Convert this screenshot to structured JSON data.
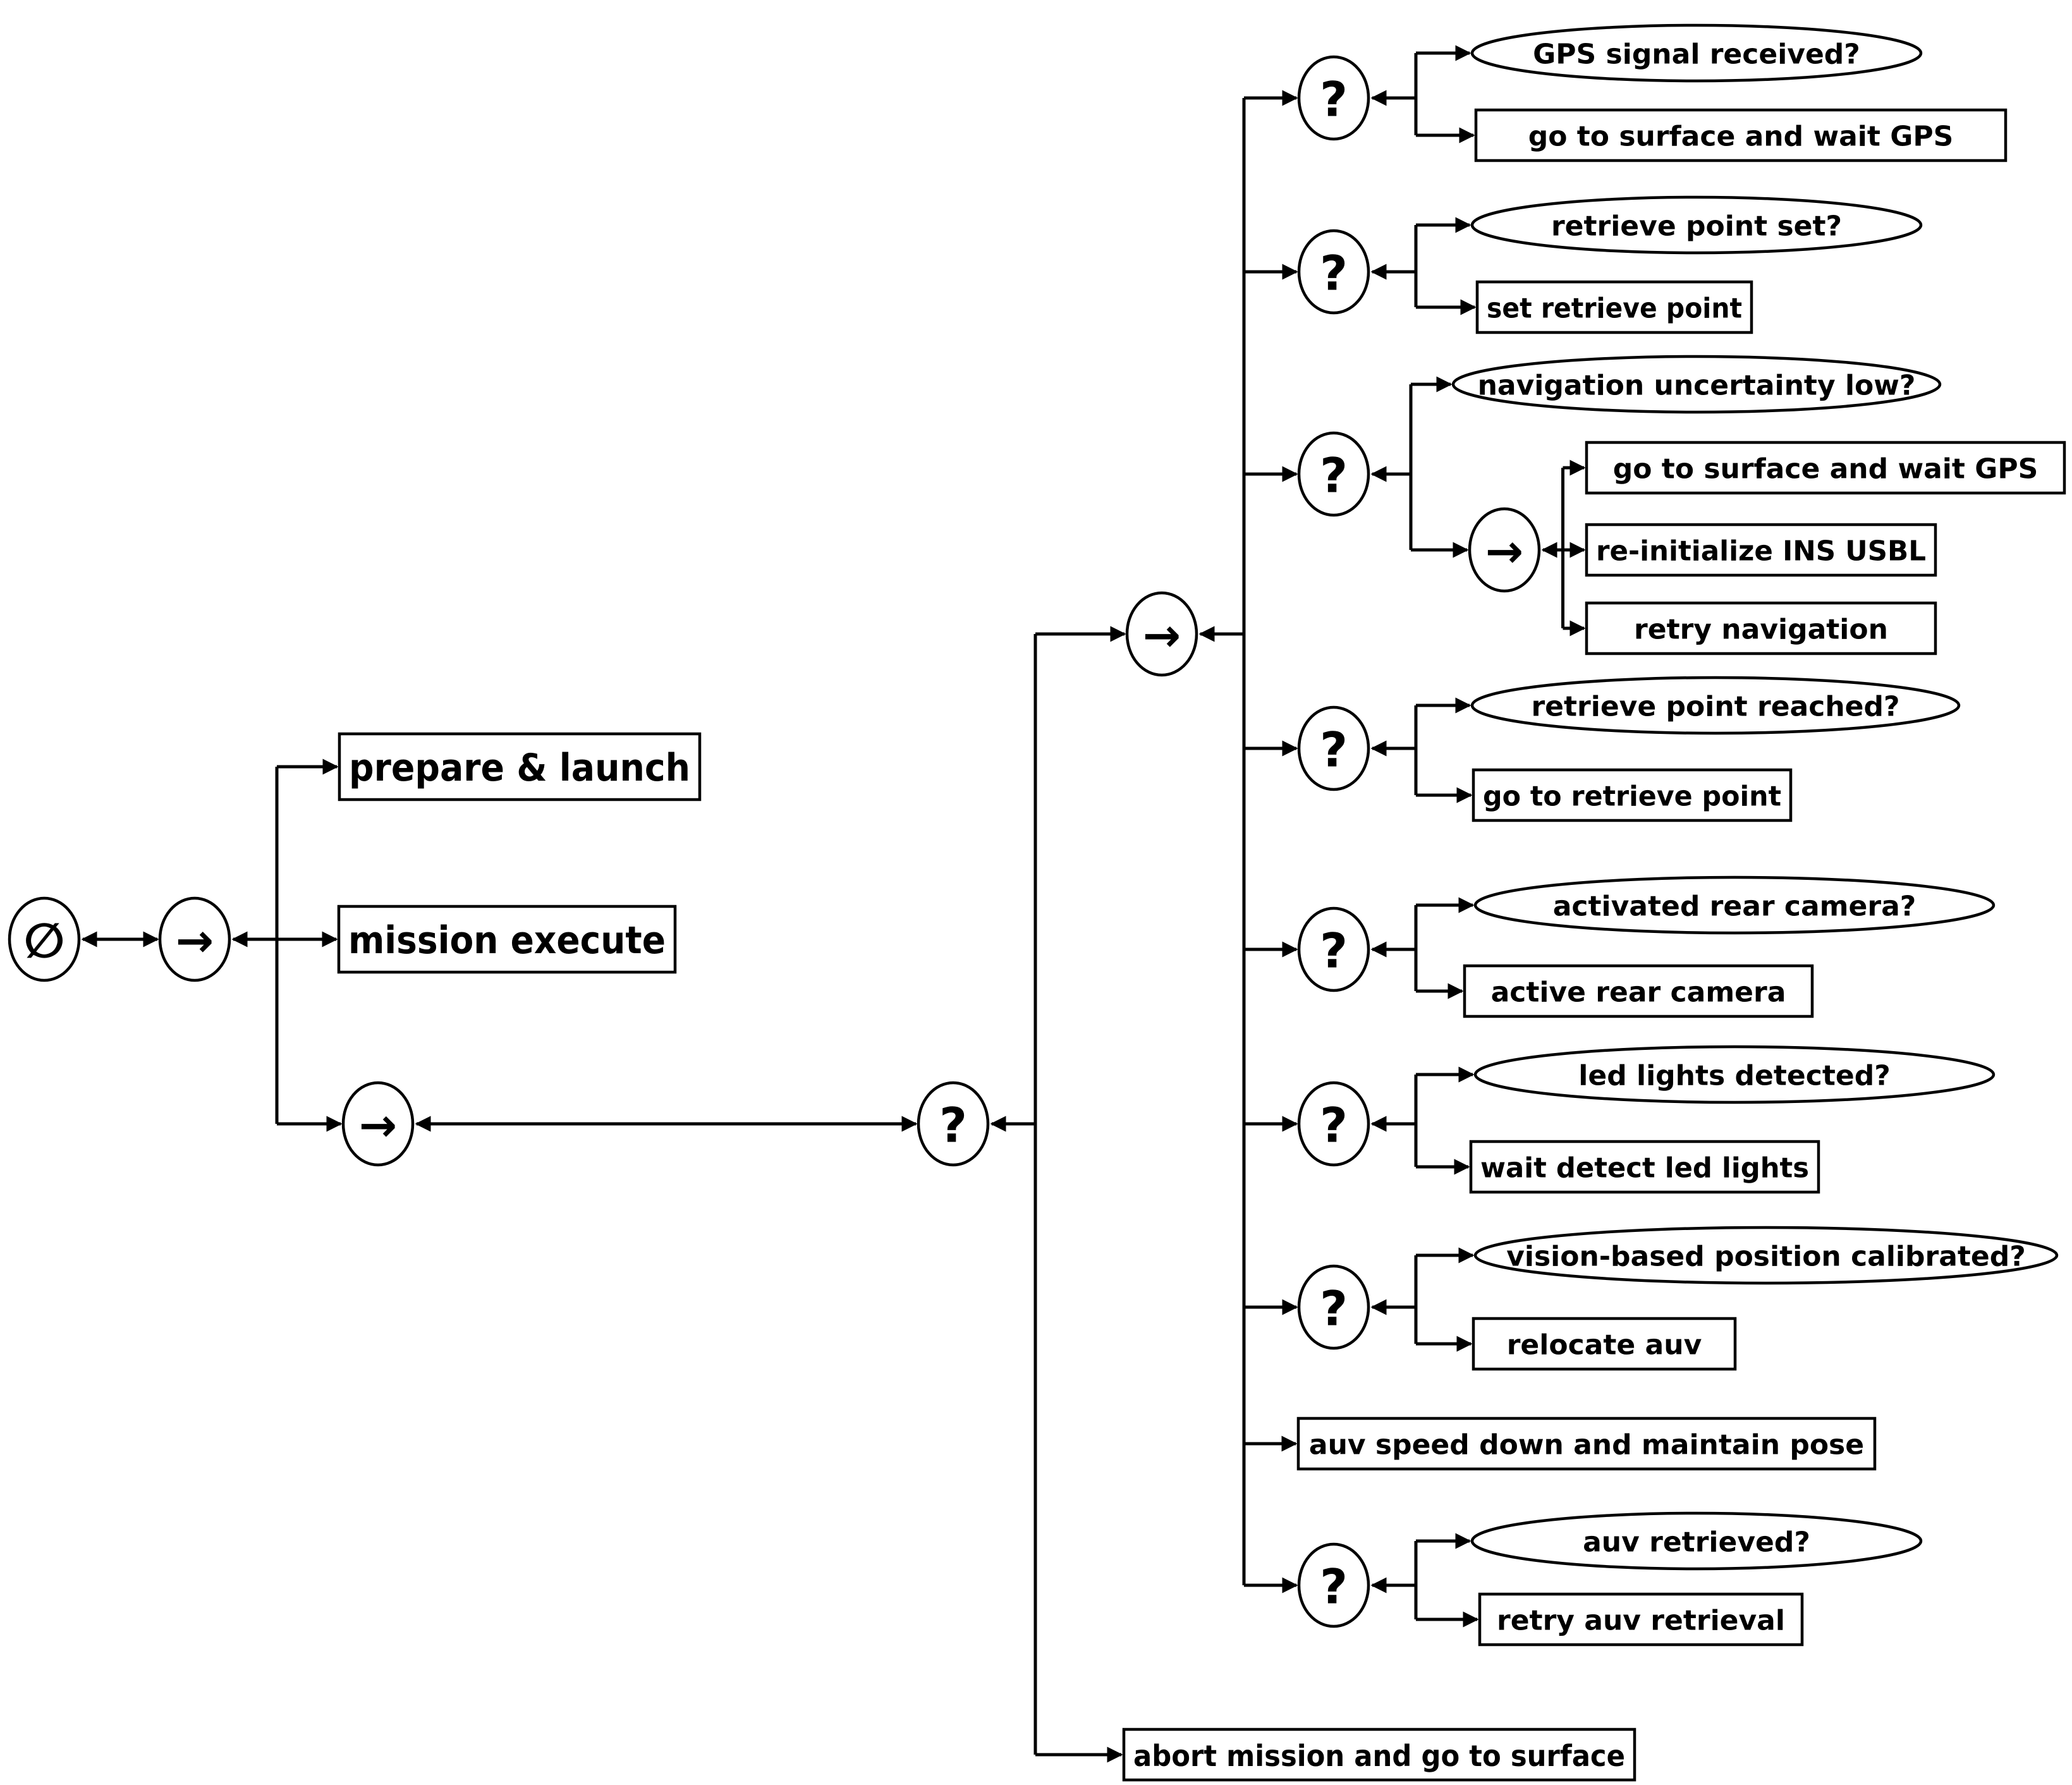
{
  "nodes": {
    "root": {
      "kind": "circle",
      "symbol": "∅"
    },
    "seq_main": {
      "kind": "circle",
      "symbol": "→"
    },
    "prepare_launch": {
      "kind": "rect",
      "label": "prepare & launch"
    },
    "mission_execute": {
      "kind": "rect",
      "label": "mission execute"
    },
    "seq_retrieve": {
      "kind": "circle",
      "symbol": "→"
    },
    "fb_retrieve": {
      "kind": "circle",
      "symbol": "?"
    },
    "seq_docking": {
      "kind": "circle",
      "symbol": "→"
    },
    "abort_mission": {
      "kind": "rect",
      "label": "abort mission and go to surface"
    },
    "fb_gps": {
      "kind": "circle",
      "symbol": "?"
    },
    "cond_gps": {
      "kind": "ellipse",
      "label": "GPS signal received?"
    },
    "act_surface_gps": {
      "kind": "rect",
      "label": "go to surface and wait GPS"
    },
    "fb_point_set": {
      "kind": "circle",
      "symbol": "?"
    },
    "cond_point_set": {
      "kind": "ellipse",
      "label": "retrieve point set?"
    },
    "act_set_point": {
      "kind": "rect",
      "label": "set retrieve point"
    },
    "fb_nav": {
      "kind": "circle",
      "symbol": "?"
    },
    "cond_nav": {
      "kind": "ellipse",
      "label": "navigation uncertainty low?"
    },
    "seq_nav": {
      "kind": "circle",
      "symbol": "→"
    },
    "act_surface_gps_2": {
      "kind": "rect",
      "label": "go to surface and wait GPS"
    },
    "act_reinit": {
      "kind": "rect",
      "label": "re-initialize INS USBL"
    },
    "act_retry_nav": {
      "kind": "rect",
      "label": "retry navigation"
    },
    "fb_point_reached": {
      "kind": "circle",
      "symbol": "?"
    },
    "cond_point_reached": {
      "kind": "ellipse",
      "label": "retrieve point reached?"
    },
    "act_goto_point": {
      "kind": "rect",
      "label": "go to retrieve point"
    },
    "fb_camera": {
      "kind": "circle",
      "symbol": "?"
    },
    "cond_camera": {
      "kind": "ellipse",
      "label": "activated rear camera?"
    },
    "act_camera": {
      "kind": "rect",
      "label": "active rear camera"
    },
    "fb_led": {
      "kind": "circle",
      "symbol": "?"
    },
    "cond_led": {
      "kind": "ellipse",
      "label": "led lights detected?"
    },
    "act_led": {
      "kind": "rect",
      "label": "wait detect led lights"
    },
    "fb_vision": {
      "kind": "circle",
      "symbol": "?"
    },
    "cond_vision": {
      "kind": "ellipse",
      "label": "vision-based position calibrated?"
    },
    "act_relocate": {
      "kind": "rect",
      "label": "relocate auv"
    },
    "act_speed_down": {
      "kind": "rect",
      "label": "auv speed down and maintain pose"
    },
    "fb_retrieved": {
      "kind": "circle",
      "symbol": "?"
    },
    "cond_retrieved": {
      "kind": "ellipse",
      "label": "auv retrieved?"
    },
    "act_retry_retrieval": {
      "kind": "rect",
      "label": "retry auv retrieval"
    }
  },
  "edges": [
    [
      "root",
      "seq_main"
    ],
    [
      "seq_main",
      "prepare_launch"
    ],
    [
      "seq_main",
      "mission_execute"
    ],
    [
      "seq_main",
      "seq_retrieve"
    ],
    [
      "seq_retrieve",
      "fb_retrieve"
    ],
    [
      "fb_retrieve",
      "seq_docking"
    ],
    [
      "fb_retrieve",
      "abort_mission"
    ],
    [
      "seq_docking",
      "fb_gps"
    ],
    [
      "seq_docking",
      "fb_point_set"
    ],
    [
      "seq_docking",
      "fb_nav"
    ],
    [
      "seq_docking",
      "fb_point_reached"
    ],
    [
      "seq_docking",
      "fb_camera"
    ],
    [
      "seq_docking",
      "fb_led"
    ],
    [
      "seq_docking",
      "fb_vision"
    ],
    [
      "seq_docking",
      "act_speed_down"
    ],
    [
      "seq_docking",
      "fb_retrieved"
    ],
    [
      "fb_gps",
      "cond_gps"
    ],
    [
      "fb_gps",
      "act_surface_gps"
    ],
    [
      "fb_point_set",
      "cond_point_set"
    ],
    [
      "fb_point_set",
      "act_set_point"
    ],
    [
      "fb_nav",
      "cond_nav"
    ],
    [
      "fb_nav",
      "seq_nav"
    ],
    [
      "seq_nav",
      "act_surface_gps_2"
    ],
    [
      "seq_nav",
      "act_reinit"
    ],
    [
      "seq_nav",
      "act_retry_nav"
    ],
    [
      "fb_point_reached",
      "cond_point_reached"
    ],
    [
      "fb_point_reached",
      "act_goto_point"
    ],
    [
      "fb_camera",
      "cond_camera"
    ],
    [
      "fb_camera",
      "act_camera"
    ],
    [
      "fb_led",
      "cond_led"
    ],
    [
      "fb_led",
      "act_led"
    ],
    [
      "fb_vision",
      "cond_vision"
    ],
    [
      "fb_vision",
      "act_relocate"
    ],
    [
      "fb_retrieved",
      "cond_retrieved"
    ],
    [
      "fb_retrieved",
      "act_retry_retrieval"
    ]
  ]
}
